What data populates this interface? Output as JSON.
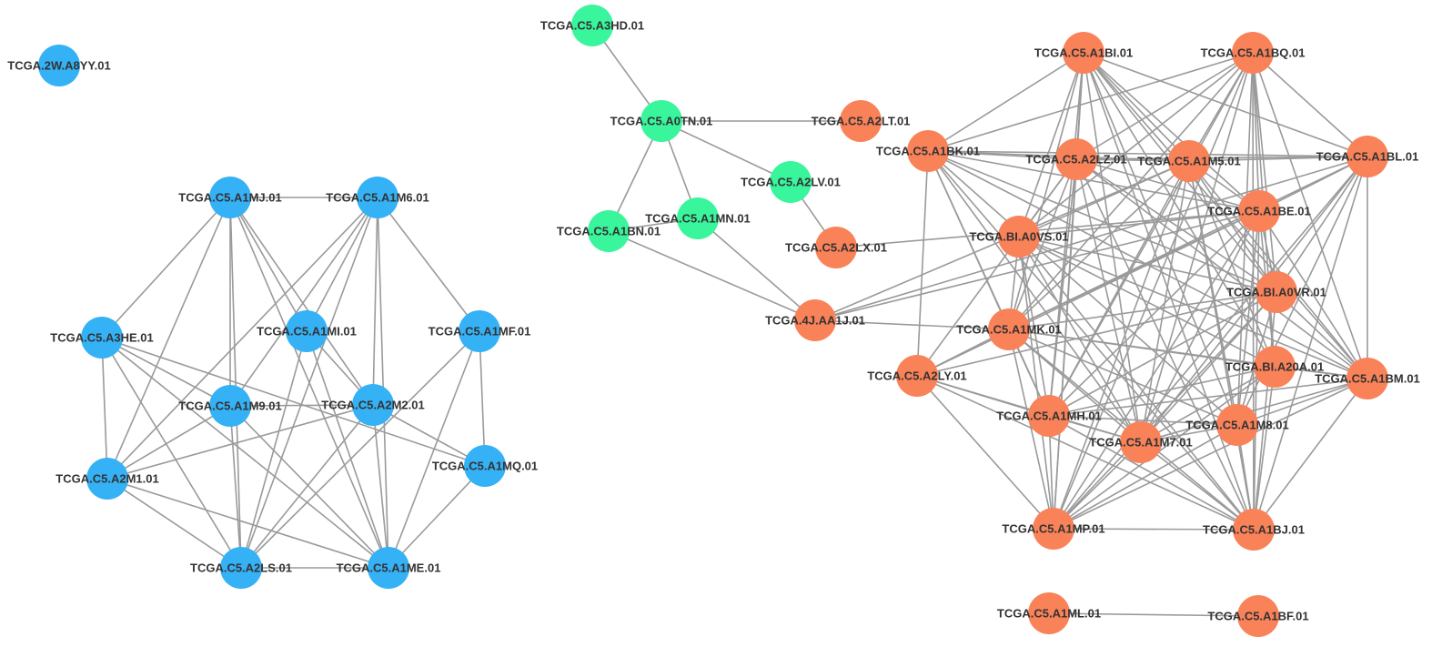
{
  "colors": {
    "blue": "#35b1f6",
    "green": "#39f59c",
    "orange": "#fa8259",
    "edge": "#9a9a9a",
    "label": "#333333"
  },
  "nodes": [
    {
      "id": "TCGA.2W.A8YY.01",
      "group": "blue"
    },
    {
      "id": "TCGA.C5.A1MJ.01",
      "group": "blue"
    },
    {
      "id": "TCGA.C5.A1M6.01",
      "group": "blue"
    },
    {
      "id": "TCGA.C5.A3HE.01",
      "group": "blue"
    },
    {
      "id": "TCGA.C5.A1MI.01",
      "group": "blue"
    },
    {
      "id": "TCGA.C5.A1MF.01",
      "group": "blue"
    },
    {
      "id": "TCGA.C5.A1M9.01",
      "group": "blue"
    },
    {
      "id": "TCGA.C5.A2M2.01",
      "group": "blue"
    },
    {
      "id": "TCGA.C5.A1MQ.01",
      "group": "blue"
    },
    {
      "id": "TCGA.C5.A2M1.01",
      "group": "blue"
    },
    {
      "id": "TCGA.C5.A2LS.01",
      "group": "blue"
    },
    {
      "id": "TCGA.C5.A1ME.01",
      "group": "blue"
    },
    {
      "id": "TCGA.C5.A3HD.01",
      "group": "green"
    },
    {
      "id": "TCGA.C5.A0TN.01",
      "group": "green"
    },
    {
      "id": "TCGA.C5.A2LV.01",
      "group": "green"
    },
    {
      "id": "TCGA.C5.A1MN.01",
      "group": "green"
    },
    {
      "id": "TCGA.C5.A1BN.01",
      "group": "green"
    },
    {
      "id": "TCGA.C5.A2LT.01",
      "group": "orange"
    },
    {
      "id": "TCGA.C5.A2LX.01",
      "group": "orange"
    },
    {
      "id": "TCGA.4J.AA1J.01",
      "group": "orange"
    },
    {
      "id": "TCGA.C5.A1BI.01",
      "group": "orange"
    },
    {
      "id": "TCGA.C5.A1BQ.01",
      "group": "orange"
    },
    {
      "id": "TCGA.C5.A1BK.01",
      "group": "orange"
    },
    {
      "id": "TCGA.C5.A2LZ.01",
      "group": "orange"
    },
    {
      "id": "TCGA.C5.A1M5.01",
      "group": "orange"
    },
    {
      "id": "TCGA.C5.A1BL.01",
      "group": "orange"
    },
    {
      "id": "TCGA.C5.A1BE.01",
      "group": "orange"
    },
    {
      "id": "TCGA.BI.A0VS.01",
      "group": "orange"
    },
    {
      "id": "TCGA.BI.A0VR.01",
      "group": "orange"
    },
    {
      "id": "TCGA.C5.A1MK.01",
      "group": "orange"
    },
    {
      "id": "TCGA.BI.A20A.01",
      "group": "orange"
    },
    {
      "id": "TCGA.C5.A1BM.01",
      "group": "orange"
    },
    {
      "id": "TCGA.C5.A2LY.01",
      "group": "orange"
    },
    {
      "id": "TCGA.C5.A1MH.01",
      "group": "orange"
    },
    {
      "id": "TCGA.C5.A1M8.01",
      "group": "orange"
    },
    {
      "id": "TCGA.C5.A1M7.01",
      "group": "orange"
    },
    {
      "id": "TCGA.C5.A1MP.01",
      "group": "orange"
    },
    {
      "id": "TCGA.C5.A1BJ.01",
      "group": "orange"
    },
    {
      "id": "TCGA.C5.A1ML.01",
      "group": "orange"
    },
    {
      "id": "TCGA.C5.A1BF.01",
      "group": "orange"
    }
  ],
  "edges": [
    [
      "TCGA.C5.A1MJ.01",
      "TCGA.C5.A1M6.01"
    ],
    [
      "TCGA.C5.A1MJ.01",
      "TCGA.C5.A3HE.01"
    ],
    [
      "TCGA.C5.A1MJ.01",
      "TCGA.C5.A1MI.01"
    ],
    [
      "TCGA.C5.A1MJ.01",
      "TCGA.C5.A1M9.01"
    ],
    [
      "TCGA.C5.A1MJ.01",
      "TCGA.C5.A2M2.01"
    ],
    [
      "TCGA.C5.A1MJ.01",
      "TCGA.C5.A2M1.01"
    ],
    [
      "TCGA.C5.A1MJ.01",
      "TCGA.C5.A2LS.01"
    ],
    [
      "TCGA.C5.A1MJ.01",
      "TCGA.C5.A1ME.01"
    ],
    [
      "TCGA.C5.A1M6.01",
      "TCGA.C5.A1MI.01"
    ],
    [
      "TCGA.C5.A1M6.01",
      "TCGA.C5.A1MF.01"
    ],
    [
      "TCGA.C5.A1M6.01",
      "TCGA.C5.A1M9.01"
    ],
    [
      "TCGA.C5.A1M6.01",
      "TCGA.C5.A2M2.01"
    ],
    [
      "TCGA.C5.A1M6.01",
      "TCGA.C5.A2M1.01"
    ],
    [
      "TCGA.C5.A1M6.01",
      "TCGA.C5.A2LS.01"
    ],
    [
      "TCGA.C5.A1M6.01",
      "TCGA.C5.A1ME.01"
    ],
    [
      "TCGA.C5.A3HE.01",
      "TCGA.C5.A1M9.01"
    ],
    [
      "TCGA.C5.A3HE.01",
      "TCGA.C5.A2M1.01"
    ],
    [
      "TCGA.C5.A3HE.01",
      "TCGA.C5.A1MQ.01"
    ],
    [
      "TCGA.C5.A3HE.01",
      "TCGA.C5.A2LS.01"
    ],
    [
      "TCGA.C5.A3HE.01",
      "TCGA.C5.A1ME.01"
    ],
    [
      "TCGA.C5.A1MI.01",
      "TCGA.C5.A2M2.01"
    ],
    [
      "TCGA.C5.A1MI.01",
      "TCGA.C5.A2LS.01"
    ],
    [
      "TCGA.C5.A1MI.01",
      "TCGA.C5.A1ME.01"
    ],
    [
      "TCGA.C5.A1MF.01",
      "TCGA.C5.A1MQ.01"
    ],
    [
      "TCGA.C5.A1MF.01",
      "TCGA.C5.A2LS.01"
    ],
    [
      "TCGA.C5.A1MF.01",
      "TCGA.C5.A1ME.01"
    ],
    [
      "TCGA.C5.A1M9.01",
      "TCGA.C5.A2M2.01"
    ],
    [
      "TCGA.C5.A1M9.01",
      "TCGA.C5.A2M1.01"
    ],
    [
      "TCGA.C5.A1M9.01",
      "TCGA.C5.A2LS.01"
    ],
    [
      "TCGA.C5.A1M9.01",
      "TCGA.C5.A1ME.01"
    ],
    [
      "TCGA.C5.A2M2.01",
      "TCGA.C5.A2M1.01"
    ],
    [
      "TCGA.C5.A2M2.01",
      "TCGA.C5.A2LS.01"
    ],
    [
      "TCGA.C5.A2M2.01",
      "TCGA.C5.A1ME.01"
    ],
    [
      "TCGA.C5.A2M2.01",
      "TCGA.C5.A1MQ.01"
    ],
    [
      "TCGA.C5.A2M1.01",
      "TCGA.C5.A2LS.01"
    ],
    [
      "TCGA.C5.A2M1.01",
      "TCGA.C5.A1ME.01"
    ],
    [
      "TCGA.C5.A1MQ.01",
      "TCGA.C5.A1ME.01"
    ],
    [
      "TCGA.C5.A2LS.01",
      "TCGA.C5.A1ME.01"
    ],
    [
      "TCGA.C5.A3HD.01",
      "TCGA.C5.A0TN.01"
    ],
    [
      "TCGA.C5.A0TN.01",
      "TCGA.C5.A2LT.01"
    ],
    [
      "TCGA.C5.A0TN.01",
      "TCGA.C5.A2LV.01"
    ],
    [
      "TCGA.C5.A0TN.01",
      "TCGA.C5.A1MN.01"
    ],
    [
      "TCGA.C5.A0TN.01",
      "TCGA.C5.A1BN.01"
    ],
    [
      "TCGA.C5.A1MN.01",
      "TCGA.C5.A1BN.01"
    ],
    [
      "TCGA.C5.A1MN.01",
      "TCGA.4J.AA1J.01"
    ],
    [
      "TCGA.C5.A1BN.01",
      "TCGA.4J.AA1J.01"
    ],
    [
      "TCGA.C5.A2LV.01",
      "TCGA.C5.A2LX.01"
    ],
    [
      "TCGA.4J.AA1J.01",
      "TCGA.C5.A1MK.01"
    ],
    [
      "TCGA.4J.AA1J.01",
      "TCGA.C5.A1M5.01"
    ],
    [
      "TCGA.4J.AA1J.01",
      "TCGA.C5.A1BL.01"
    ],
    [
      "TCGA.4J.AA1J.01",
      "TCGA.C5.A1BE.01"
    ],
    [
      "TCGA.C5.A2LX.01",
      "TCGA.C5.A1BE.01"
    ],
    [
      "TCGA.C5.A1BI.01",
      "TCGA.C5.A1BK.01"
    ],
    [
      "TCGA.C5.A1BI.01",
      "TCGA.C5.A2LZ.01"
    ],
    [
      "TCGA.C5.A1BI.01",
      "TCGA.C5.A1M5.01"
    ],
    [
      "TCGA.C5.A1BI.01",
      "TCGA.C5.A1BL.01"
    ],
    [
      "TCGA.C5.A1BI.01",
      "TCGA.C5.A1BE.01"
    ],
    [
      "TCGA.C5.A1BI.01",
      "TCGA.BI.A0VS.01"
    ],
    [
      "TCGA.C5.A1BI.01",
      "TCGA.BI.A0VR.01"
    ],
    [
      "TCGA.C5.A1BI.01",
      "TCGA.C5.A1MK.01"
    ],
    [
      "TCGA.C5.A1BI.01",
      "TCGA.BI.A20A.01"
    ],
    [
      "TCGA.C5.A1BI.01",
      "TCGA.C5.A1BM.01"
    ],
    [
      "TCGA.C5.A1BI.01",
      "TCGA.C5.A1MH.01"
    ],
    [
      "TCGA.C5.A1BI.01",
      "TCGA.C5.A1M7.01"
    ],
    [
      "TCGA.C5.A1BI.01",
      "TCGA.C5.A1M8.01"
    ],
    [
      "TCGA.C5.A1BI.01",
      "TCGA.C5.A1MP.01"
    ],
    [
      "TCGA.C5.A1BI.01",
      "TCGA.C5.A1BJ.01"
    ],
    [
      "TCGA.C5.A1BQ.01",
      "TCGA.C5.A1BK.01"
    ],
    [
      "TCGA.C5.A1BQ.01",
      "TCGA.C5.A2LZ.01"
    ],
    [
      "TCGA.C5.A1BQ.01",
      "TCGA.C5.A1M5.01"
    ],
    [
      "TCGA.C5.A1BQ.01",
      "TCGA.C5.A1BL.01"
    ],
    [
      "TCGA.C5.A1BQ.01",
      "TCGA.C5.A1BE.01"
    ],
    [
      "TCGA.C5.A1BQ.01",
      "TCGA.BI.A0VS.01"
    ],
    [
      "TCGA.C5.A1BQ.01",
      "TCGA.BI.A0VR.01"
    ],
    [
      "TCGA.C5.A1BQ.01",
      "TCGA.C5.A1MK.01"
    ],
    [
      "TCGA.C5.A1BQ.01",
      "TCGA.BI.A20A.01"
    ],
    [
      "TCGA.C5.A1BQ.01",
      "TCGA.C5.A1BM.01"
    ],
    [
      "TCGA.C5.A1BQ.01",
      "TCGA.C5.A1MH.01"
    ],
    [
      "TCGA.C5.A1BQ.01",
      "TCGA.C5.A1M7.01"
    ],
    [
      "TCGA.C5.A1BQ.01",
      "TCGA.C5.A1M8.01"
    ],
    [
      "TCGA.C5.A1BQ.01",
      "TCGA.C5.A1MP.01"
    ],
    [
      "TCGA.C5.A1BQ.01",
      "TCGA.C5.A1BJ.01"
    ],
    [
      "TCGA.C5.A1BK.01",
      "TCGA.C5.A2LZ.01"
    ],
    [
      "TCGA.C5.A1BK.01",
      "TCGA.C5.A1M5.01"
    ],
    [
      "TCGA.C5.A1BK.01",
      "TCGA.C5.A1BL.01"
    ],
    [
      "TCGA.C5.A1BK.01",
      "TCGA.C5.A1BE.01"
    ],
    [
      "TCGA.C5.A1BK.01",
      "TCGA.BI.A0VR.01"
    ],
    [
      "TCGA.C5.A1BK.01",
      "TCGA.C5.A1MK.01"
    ],
    [
      "TCGA.C5.A1BK.01",
      "TCGA.C5.A2LY.01"
    ],
    [
      "TCGA.C5.A1BK.01",
      "TCGA.C5.A1MH.01"
    ],
    [
      "TCGA.C5.A1BK.01",
      "TCGA.C5.A1M7.01"
    ],
    [
      "TCGA.C5.A1BK.01",
      "TCGA.C5.A1M8.01"
    ],
    [
      "TCGA.C5.A1BK.01",
      "TCGA.C5.A1BJ.01"
    ],
    [
      "TCGA.C5.A1BK.01",
      "TCGA.C5.A1BM.01"
    ],
    [
      "TCGA.C5.A2LZ.01",
      "TCGA.C5.A1M5.01"
    ],
    [
      "TCGA.C5.A2LZ.01",
      "TCGA.C5.A1BL.01"
    ],
    [
      "TCGA.C5.A2LZ.01",
      "TCGA.C5.A1BE.01"
    ],
    [
      "TCGA.C5.A2LZ.01",
      "TCGA.BI.A0VS.01"
    ],
    [
      "TCGA.C5.A2LZ.01",
      "TCGA.BI.A0VR.01"
    ],
    [
      "TCGA.C5.A2LZ.01",
      "TCGA.C5.A1MK.01"
    ],
    [
      "TCGA.C5.A2LZ.01",
      "TCGA.C5.A1BM.01"
    ],
    [
      "TCGA.C5.A2LZ.01",
      "TCGA.C5.A1MH.01"
    ],
    [
      "TCGA.C5.A2LZ.01",
      "TCGA.C5.A1M7.01"
    ],
    [
      "TCGA.C5.A2LZ.01",
      "TCGA.C5.A1MP.01"
    ],
    [
      "TCGA.C5.A2LZ.01",
      "TCGA.C5.A1BJ.01"
    ],
    [
      "TCGA.C5.A2LZ.01",
      "TCGA.C5.A2LY.01"
    ],
    [
      "TCGA.C5.A1M5.01",
      "TCGA.C5.A1BL.01"
    ],
    [
      "TCGA.C5.A1M5.01",
      "TCGA.C5.A1BE.01"
    ],
    [
      "TCGA.C5.A1M5.01",
      "TCGA.BI.A0VS.01"
    ],
    [
      "TCGA.C5.A1M5.01",
      "TCGA.BI.A0VR.01"
    ],
    [
      "TCGA.C5.A1M5.01",
      "TCGA.C5.A1MK.01"
    ],
    [
      "TCGA.C5.A1M5.01",
      "TCGA.BI.A20A.01"
    ],
    [
      "TCGA.C5.A1M5.01",
      "TCGA.C5.A1BM.01"
    ],
    [
      "TCGA.C5.A1M5.01",
      "TCGA.C5.A1MH.01"
    ],
    [
      "TCGA.C5.A1M5.01",
      "TCGA.C5.A1M7.01"
    ],
    [
      "TCGA.C5.A1M5.01",
      "TCGA.C5.A1M8.01"
    ],
    [
      "TCGA.C5.A1M5.01",
      "TCGA.C5.A1MP.01"
    ],
    [
      "TCGA.C5.A1M5.01",
      "TCGA.C5.A1BJ.01"
    ],
    [
      "TCGA.C5.A1BL.01",
      "TCGA.C5.A1BE.01"
    ],
    [
      "TCGA.C5.A1BL.01",
      "TCGA.BI.A0VR.01"
    ],
    [
      "TCGA.C5.A1BL.01",
      "TCGA.C5.A1MK.01"
    ],
    [
      "TCGA.C5.A1BL.01",
      "TCGA.C5.A1BM.01"
    ],
    [
      "TCGA.C5.A1BL.01",
      "TCGA.C5.A1M7.01"
    ],
    [
      "TCGA.C5.A1BL.01",
      "TCGA.C5.A1M8.01"
    ],
    [
      "TCGA.C5.A1BL.01",
      "TCGA.C5.A1MP.01"
    ],
    [
      "TCGA.C5.A1BL.01",
      "TCGA.C5.A1BJ.01"
    ],
    [
      "TCGA.C5.A1BE.01",
      "TCGA.BI.A0VS.01"
    ],
    [
      "TCGA.C5.A1BE.01",
      "TCGA.BI.A0VR.01"
    ],
    [
      "TCGA.C5.A1BE.01",
      "TCGA.C5.A1MK.01"
    ],
    [
      "TCGA.C5.A1BE.01",
      "TCGA.BI.A20A.01"
    ],
    [
      "TCGA.C5.A1BE.01",
      "TCGA.C5.A1BM.01"
    ],
    [
      "TCGA.C5.A1BE.01",
      "TCGA.C5.A2LY.01"
    ],
    [
      "TCGA.C5.A1BE.01",
      "TCGA.C5.A1MH.01"
    ],
    [
      "TCGA.C5.A1BE.01",
      "TCGA.C5.A1M7.01"
    ],
    [
      "TCGA.C5.A1BE.01",
      "TCGA.C5.A1M8.01"
    ],
    [
      "TCGA.C5.A1BE.01",
      "TCGA.C5.A1MP.01"
    ],
    [
      "TCGA.C5.A1BE.01",
      "TCGA.C5.A1BJ.01"
    ],
    [
      "TCGA.BI.A0VS.01",
      "TCGA.BI.A0VR.01"
    ],
    [
      "TCGA.BI.A0VS.01",
      "TCGA.C5.A1MK.01"
    ],
    [
      "TCGA.BI.A0VS.01",
      "TCGA.BI.A20A.01"
    ],
    [
      "TCGA.BI.A0VS.01",
      "TCGA.C5.A1BM.01"
    ],
    [
      "TCGA.BI.A0VS.01",
      "TCGA.C5.A1MH.01"
    ],
    [
      "TCGA.BI.A0VS.01",
      "TCGA.C5.A1M7.01"
    ],
    [
      "TCGA.BI.A0VS.01",
      "TCGA.C5.A1MP.01"
    ],
    [
      "TCGA.BI.A0VS.01",
      "TCGA.C5.A1BJ.01"
    ],
    [
      "TCGA.BI.A0VR.01",
      "TCGA.C5.A1MK.01"
    ],
    [
      "TCGA.BI.A0VR.01",
      "TCGA.C5.A1BM.01"
    ],
    [
      "TCGA.BI.A0VR.01",
      "TCGA.C5.A2LY.01"
    ],
    [
      "TCGA.BI.A0VR.01",
      "TCGA.C5.A1MH.01"
    ],
    [
      "TCGA.BI.A0VR.01",
      "TCGA.C5.A1M7.01"
    ],
    [
      "TCGA.BI.A0VR.01",
      "TCGA.C5.A1M8.01"
    ],
    [
      "TCGA.BI.A0VR.01",
      "TCGA.C5.A1MP.01"
    ],
    [
      "TCGA.BI.A0VR.01",
      "TCGA.C5.A1BJ.01"
    ],
    [
      "TCGA.C5.A1MK.01",
      "TCGA.BI.A20A.01"
    ],
    [
      "TCGA.C5.A1MK.01",
      "TCGA.C5.A1BM.01"
    ],
    [
      "TCGA.C5.A1MK.01",
      "TCGA.C5.A2LY.01"
    ],
    [
      "TCGA.C5.A1MK.01",
      "TCGA.C5.A1MH.01"
    ],
    [
      "TCGA.C5.A1MK.01",
      "TCGA.C5.A1M7.01"
    ],
    [
      "TCGA.C5.A1MK.01",
      "TCGA.C5.A1M8.01"
    ],
    [
      "TCGA.C5.A1MK.01",
      "TCGA.C5.A1MP.01"
    ],
    [
      "TCGA.C5.A1MK.01",
      "TCGA.C5.A1BJ.01"
    ],
    [
      "TCGA.BI.A20A.01",
      "TCGA.C5.A1MH.01"
    ],
    [
      "TCGA.BI.A20A.01",
      "TCGA.C5.A1M7.01"
    ],
    [
      "TCGA.BI.A20A.01",
      "TCGA.C5.A1MP.01"
    ],
    [
      "TCGA.BI.A20A.01",
      "TCGA.C5.A1BJ.01"
    ],
    [
      "TCGA.BI.A20A.01",
      "TCGA.C5.A1BM.01"
    ],
    [
      "TCGA.C5.A1BM.01",
      "TCGA.C5.A1MH.01"
    ],
    [
      "TCGA.C5.A1BM.01",
      "TCGA.C5.A1M7.01"
    ],
    [
      "TCGA.C5.A1BM.01",
      "TCGA.C5.A1M8.01"
    ],
    [
      "TCGA.C5.A1BM.01",
      "TCGA.C5.A1MP.01"
    ],
    [
      "TCGA.C5.A1BM.01",
      "TCGA.C5.A1BJ.01"
    ],
    [
      "TCGA.C5.A2LY.01",
      "TCGA.C5.A1MH.01"
    ],
    [
      "TCGA.C5.A2LY.01",
      "TCGA.C5.A1M7.01"
    ],
    [
      "TCGA.C5.A2LY.01",
      "TCGA.C5.A1MP.01"
    ],
    [
      "TCGA.C5.A2LY.01",
      "TCGA.C5.A1BJ.01"
    ],
    [
      "TCGA.C5.A1MH.01",
      "TCGA.C5.A1M7.01"
    ],
    [
      "TCGA.C5.A1MH.01",
      "TCGA.C5.A1M8.01"
    ],
    [
      "TCGA.C5.A1MH.01",
      "TCGA.C5.A1MP.01"
    ],
    [
      "TCGA.C5.A1MH.01",
      "TCGA.C5.A1BJ.01"
    ],
    [
      "TCGA.C5.A1M8.01",
      "TCGA.C5.A1M7.01"
    ],
    [
      "TCGA.C5.A1M8.01",
      "TCGA.C5.A1MP.01"
    ],
    [
      "TCGA.C5.A1M8.01",
      "TCGA.C5.A1BJ.01"
    ],
    [
      "TCGA.C5.A1M7.01",
      "TCGA.C5.A1MP.01"
    ],
    [
      "TCGA.C5.A1M7.01",
      "TCGA.C5.A1BJ.01"
    ],
    [
      "TCGA.C5.A1MP.01",
      "TCGA.C5.A1BJ.01"
    ],
    [
      "TCGA.C5.A1ML.01",
      "TCGA.C5.A1BF.01"
    ]
  ]
}
